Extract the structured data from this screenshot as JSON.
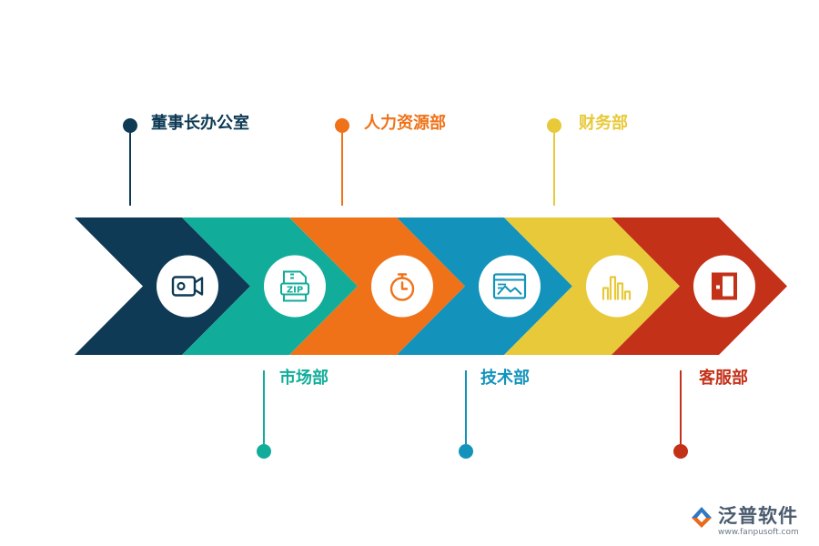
{
  "process": {
    "stages": [
      {
        "label": "董事长办公室",
        "color": "#0e3a55",
        "icon": "video-camera-icon",
        "label_side": "top"
      },
      {
        "label": "市场部",
        "color": "#12ad9a",
        "icon": "zip-file-icon",
        "label_side": "bottom"
      },
      {
        "label": "人力资源部",
        "color": "#f07218",
        "icon": "stopwatch-icon",
        "label_side": "top"
      },
      {
        "label": "技术部",
        "color": "#1393bb",
        "icon": "image-window-icon",
        "label_side": "bottom"
      },
      {
        "label": "财务部",
        "color": "#e8c93a",
        "icon": "bar-chart-icon",
        "label_side": "top"
      },
      {
        "label": "客服部",
        "color": "#c33119",
        "icon": "door-icon",
        "label_side": "bottom"
      }
    ]
  },
  "logo": {
    "name": "泛普软件",
    "url": "www.fanpusoft.com"
  }
}
